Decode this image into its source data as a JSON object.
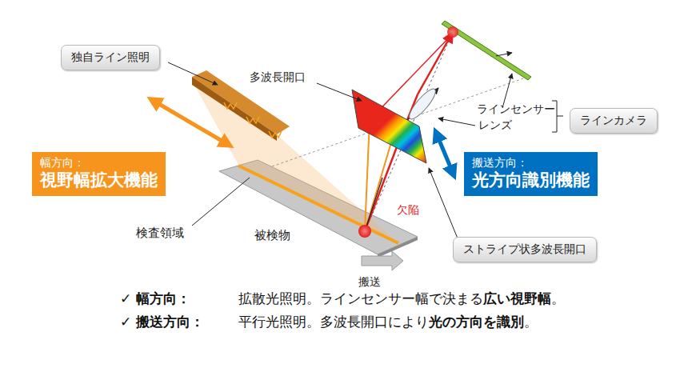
{
  "diagram": {
    "nodes": [
      {
        "text": [
          "独自ライン照明"
        ]
      },
      {
        "text": [
          "幅方向：",
          "視野幅拡大機能"
        ]
      },
      {
        "text": [
          "ラインカメラ"
        ]
      },
      {
        "text": [
          "搬送方向：",
          "光方向識別機能"
        ]
      },
      {
        "text": [
          "ストライプ状多波長開口"
        ]
      }
    ],
    "labels": [
      "多波長開口",
      "ラインセンサー",
      "レンズ",
      "欠陥",
      "検査領域",
      "被検物",
      "搬送",
      "✓ 幅方向：",
      "拡散光照明。ラインセンサー幅で決まる",
      "広い視野幅",
      "。",
      "✓ 搬送方向：",
      "平行光照明。多波長開口により",
      "光の方向を識別",
      "。"
    ]
  }
}
